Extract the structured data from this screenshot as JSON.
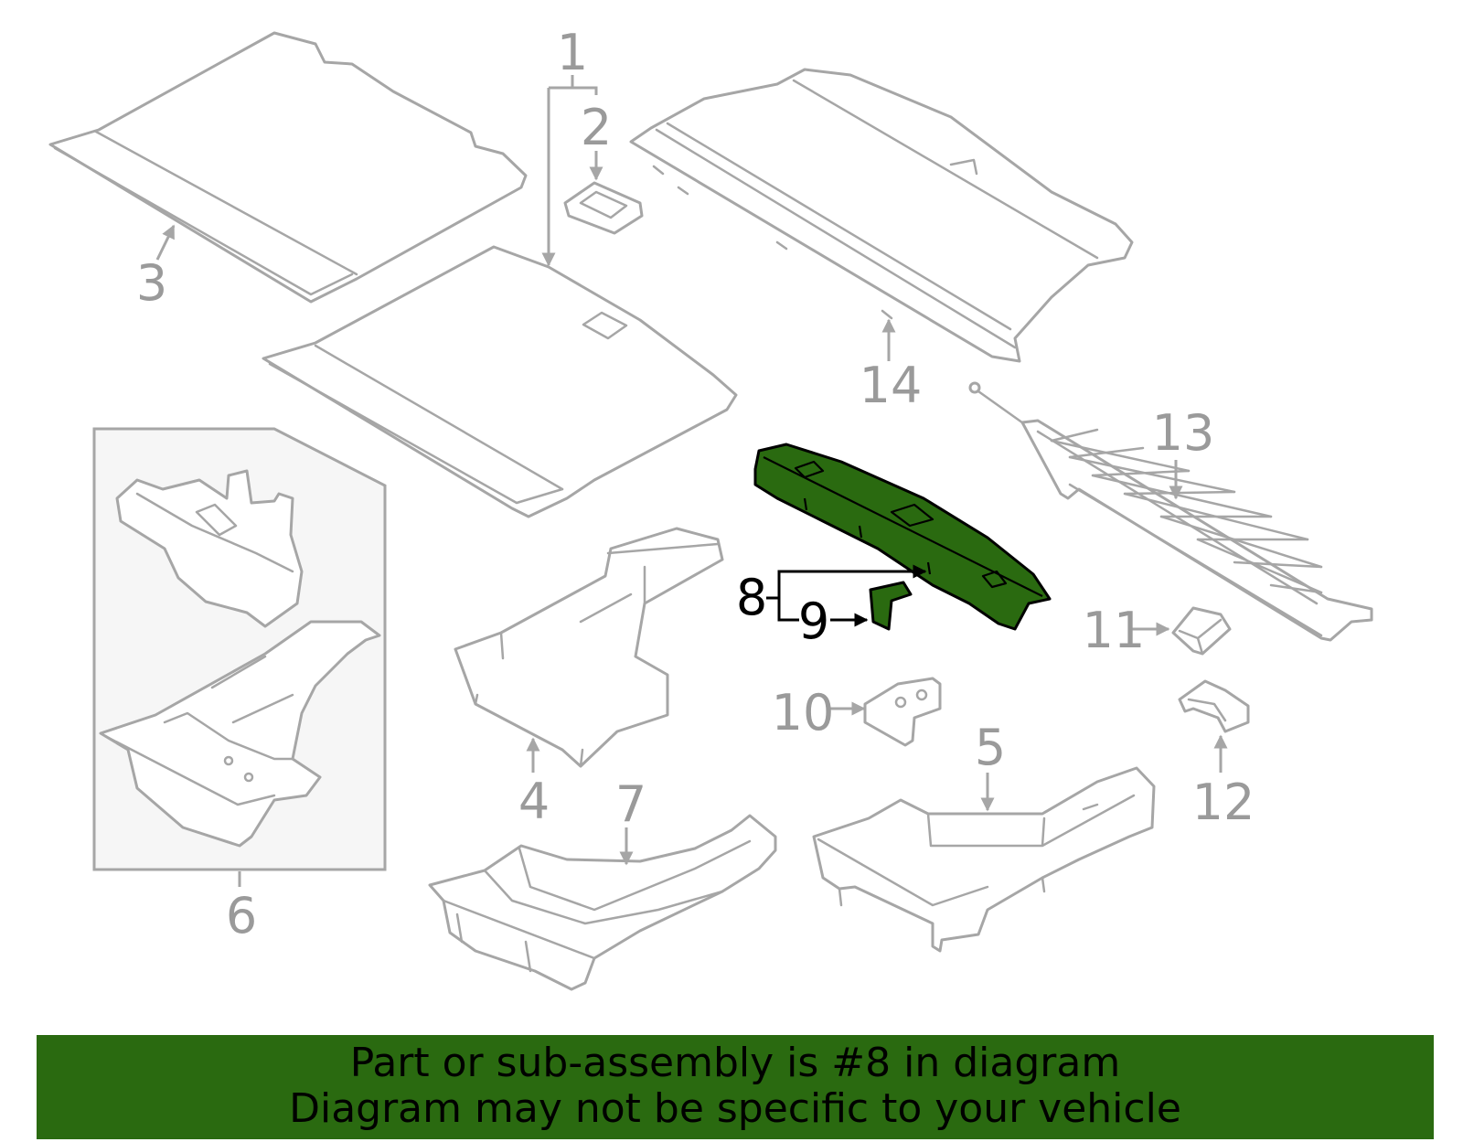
{
  "callouts": {
    "c1": "1",
    "c2": "2",
    "c3": "3",
    "c4": "4",
    "c5": "5",
    "c6": "6",
    "c7": "7",
    "c8": "8",
    "c9": "9",
    "c10": "10",
    "c11": "11",
    "c12": "12",
    "c13": "13",
    "c14": "14"
  },
  "highlight": {
    "color": "#2a6a10",
    "part_number": "8"
  },
  "banner": {
    "line1": "Part or sub-assembly is #8 in diagram",
    "line2": "Diagram may not be specific to your vehicle"
  }
}
